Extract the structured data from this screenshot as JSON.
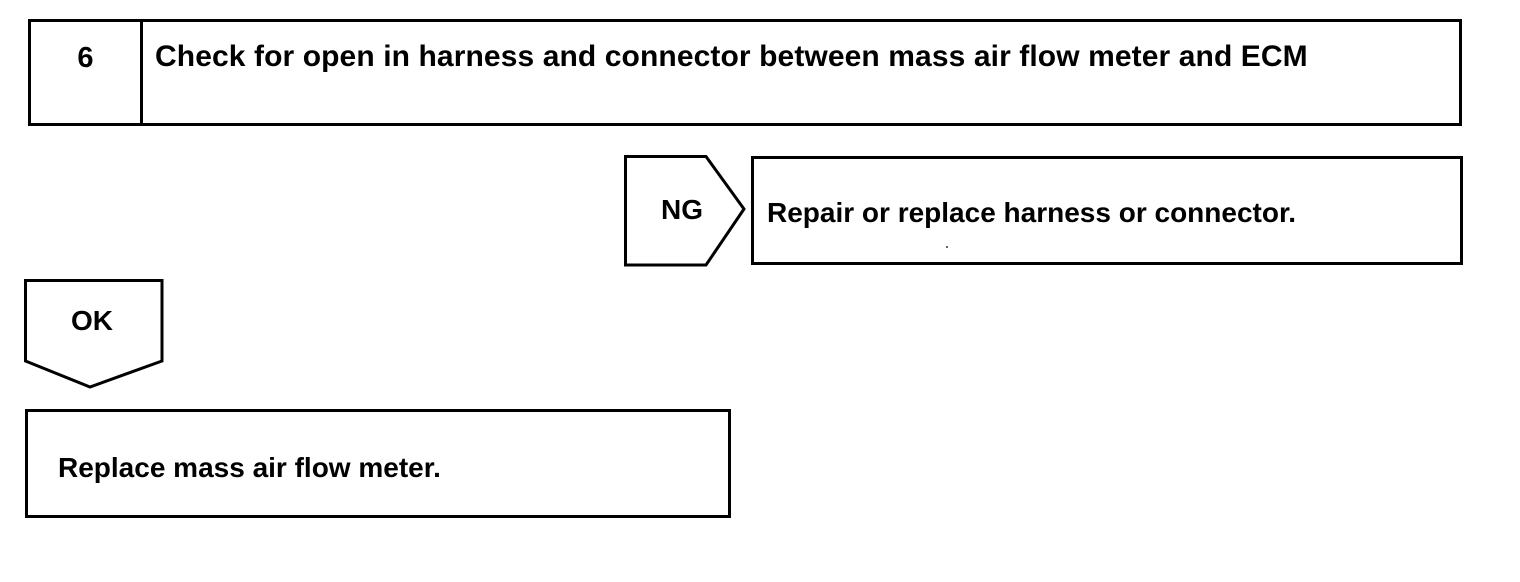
{
  "step": {
    "number": "6",
    "title": "Check for open in harness and connector between mass air flow meter and ECM"
  },
  "branches": {
    "ng": {
      "label": "NG",
      "action": "Repair or replace harness or connector."
    },
    "ok": {
      "label": "OK",
      "action": "Replace mass air flow meter."
    }
  },
  "colors": {
    "line": "#000000",
    "background": "#ffffff"
  }
}
